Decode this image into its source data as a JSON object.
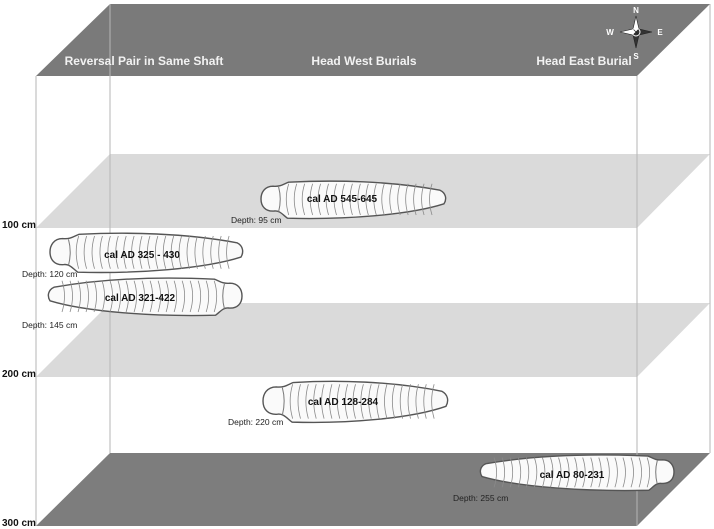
{
  "headers": {
    "left": "Reversal Pair in Same Shaft",
    "center": "Head West Burials",
    "right": "Head East Burial"
  },
  "compass": {
    "n": "N",
    "s": "S",
    "e": "E",
    "w": "W"
  },
  "depth_axis": {
    "top": "100 cm",
    "middle": "200 cm",
    "bottom": "300 cm"
  },
  "burials": [
    {
      "label": "cal AD 545-645",
      "depth_label": "Depth: 95 cm",
      "depth_cm": 95,
      "orientation": "head-west"
    },
    {
      "label": "cal AD 325 - 430",
      "depth_label": "Depth: 120 cm",
      "depth_cm": 120,
      "orientation": "head-west"
    },
    {
      "label": "cal AD 321-422",
      "depth_label": "Depth: 145 cm",
      "depth_cm": 145,
      "orientation": "head-east"
    },
    {
      "label": "cal AD 128-284",
      "depth_label": "Depth: 220 cm",
      "depth_cm": 220,
      "orientation": "head-west"
    },
    {
      "label": "cal AD 80-231",
      "depth_label": "Depth: 255 cm",
      "depth_cm": 255,
      "orientation": "head-east"
    }
  ],
  "colors": {
    "top_face": "#7a7a7a",
    "bottom_face": "#7d7d7d",
    "mid_plane": "#d9d9d9",
    "edge": "#b5b5b5",
    "burial_fill": "#fafafa",
    "burial_stroke": "#555555"
  }
}
